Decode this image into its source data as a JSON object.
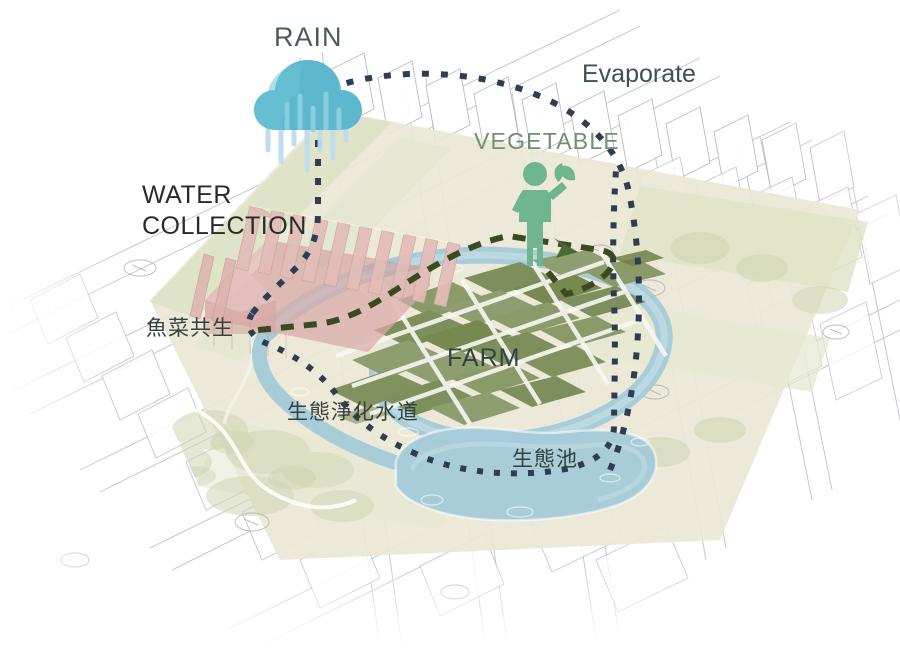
{
  "diagram": {
    "title": "Urban water cycle site diagram",
    "labels": {
      "rain": "RAIN",
      "evaporate": "Evaporate",
      "vegetable": "VEGETABLE",
      "water_collection": "WATER\nCOLLECTION",
      "water_collection_line1": "WATER",
      "water_collection_line2": "COLLECTION",
      "farm": "FARM",
      "aquaponics_cn": "魚菜共生",
      "eco_canal_cn": "生態淨化水道",
      "eco_pond_cn": "生態池"
    },
    "icons": {
      "rain_cloud": "rain-cloud-icon",
      "person": "person-holding-plant-icon",
      "arrow": "arrow-up-left-icon"
    },
    "colors": {
      "cloud": "#5db8cf",
      "raindrop": "#b9dced",
      "person_green": "#6fb58e",
      "vegetable_text": "#6f9070",
      "rain_text": "#4b5b60",
      "evaporate_text": "#3c5158",
      "dark_text": "#2a2a2a",
      "water": "#a8ced9",
      "water_deep": "#8dc2d2",
      "farm_plot": "#7e8f5e",
      "farm_plot_alt": "#93a273",
      "greenhouse": "#d8a8a8",
      "greenhouse_roof": "#e3c1bd",
      "site_green": "#dfe3c8",
      "site_sand": "#ece6d4",
      "plan_line": "#b9bfc4",
      "dotted_water_path": "#35435a",
      "dashed_green_path": "#3c4a21",
      "background": "#ffffff"
    },
    "flows": [
      {
        "name": "rain-to-collection",
        "style": "dotted",
        "color": "#35435a",
        "from": "rain-cloud",
        "to": "greenhouse"
      },
      {
        "name": "collection-to-canal",
        "style": "dotted",
        "color": "#35435a",
        "from": "greenhouse",
        "to": "eco-canal"
      },
      {
        "name": "canal-to-pond",
        "style": "dotted",
        "color": "#35435a",
        "from": "eco-canal",
        "to": "eco-pond"
      },
      {
        "name": "pond-to-evaporate",
        "style": "dotted",
        "color": "#35435a",
        "from": "eco-pond",
        "to": "rain-cloud"
      },
      {
        "name": "produce-to-vegetable",
        "style": "dashed",
        "color": "#3c4a21",
        "from": "greenhouse",
        "to": "person"
      }
    ]
  }
}
